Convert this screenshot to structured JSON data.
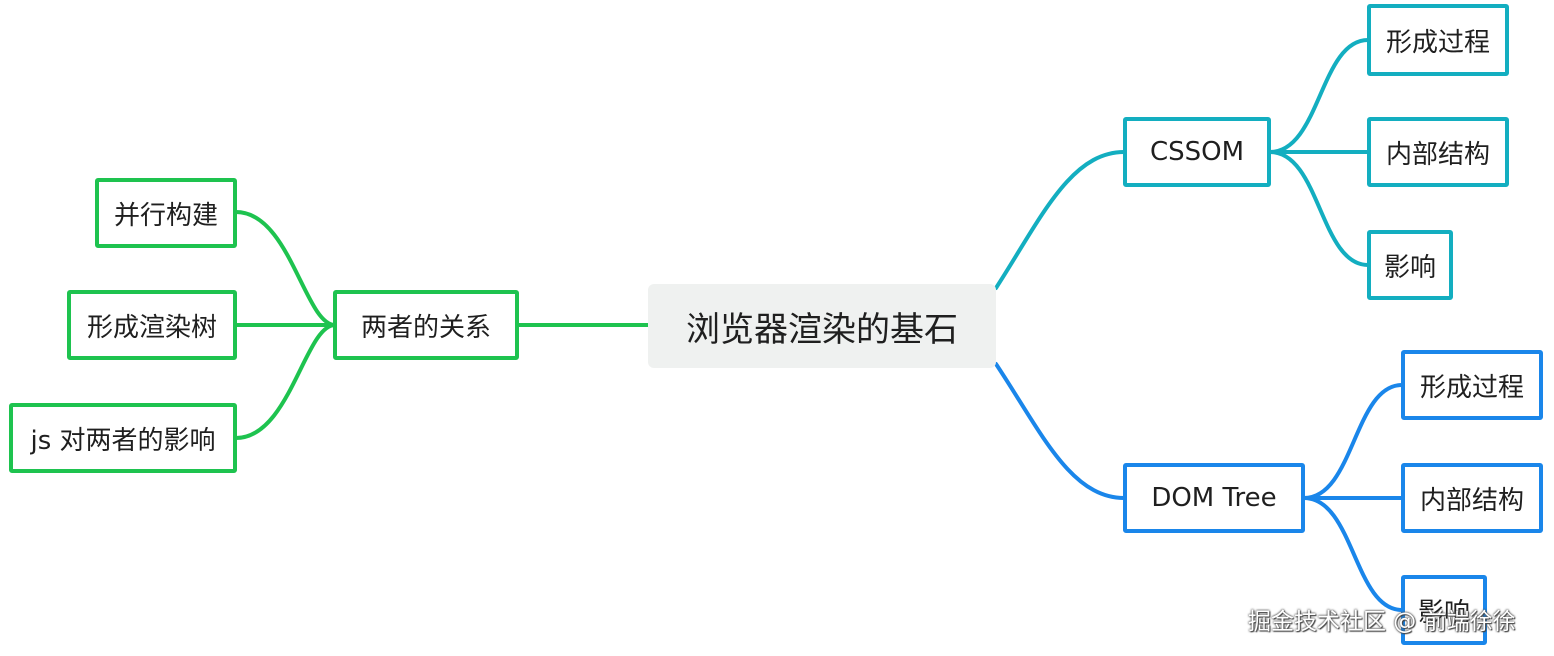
{
  "root": {
    "label": "浏览器渲染的基石"
  },
  "relation": {
    "label": "两者的关系",
    "children": [
      "并行构建",
      "形成渲染树",
      "js 对两者的影响"
    ]
  },
  "cssom": {
    "label": "CSSOM",
    "children": [
      "形成过程",
      "内部结构",
      "影响"
    ]
  },
  "dom": {
    "label": "DOM Tree",
    "children": [
      "形成过程",
      "内部结构",
      "影响"
    ]
  },
  "watermark": "掘金技术社区 @ 前端徐徐",
  "colors": {
    "green": "#1ec34f",
    "teal": "#13aec0",
    "blue": "#1a86ea",
    "root_bg": "#eff1f0"
  }
}
